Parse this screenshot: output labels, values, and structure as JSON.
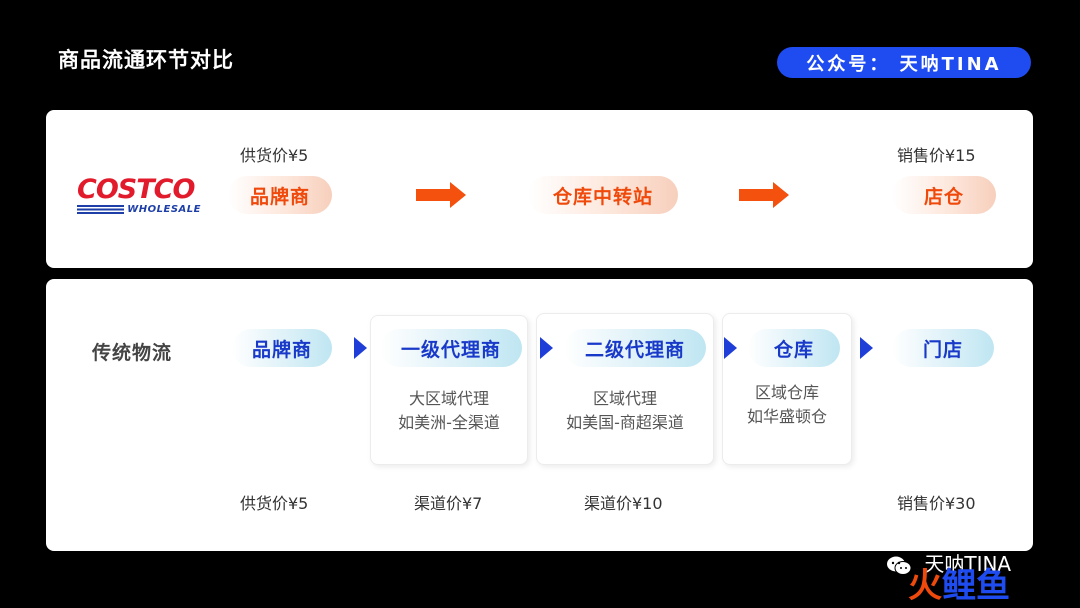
{
  "header": {
    "title": "商品流通环节对比",
    "badge": "公众号： 天呐TINA"
  },
  "costco": {
    "logo_top": "COSTCO",
    "logo_bottom": "WHOLESALE",
    "price_start": "供货价¥5",
    "price_end": "销售价¥15",
    "steps": [
      "品牌商",
      "仓库中转站",
      "店仓"
    ],
    "colors": {
      "accent": "#ef4a0c"
    }
  },
  "traditional": {
    "label": "传统物流",
    "steps": [
      "品牌商",
      "一级代理商",
      "二级代理商",
      "仓库",
      "门店"
    ],
    "descriptions": [
      {
        "line1": "大区域代理",
        "line2": "如美洲-全渠道"
      },
      {
        "line1": "区域代理",
        "line2": "如美国-商超渠道"
      },
      {
        "line1": "区域仓库",
        "line2": "如华盛顿仓"
      }
    ],
    "prices": [
      "供货价¥5",
      "渠道价¥7",
      "渠道价¥10",
      "销售价¥30"
    ],
    "colors": {
      "accent": "#1939c9"
    }
  },
  "watermark": {
    "text": "天呐TINA",
    "logo_part1": "火",
    "logo_part2": "鲤鱼"
  }
}
